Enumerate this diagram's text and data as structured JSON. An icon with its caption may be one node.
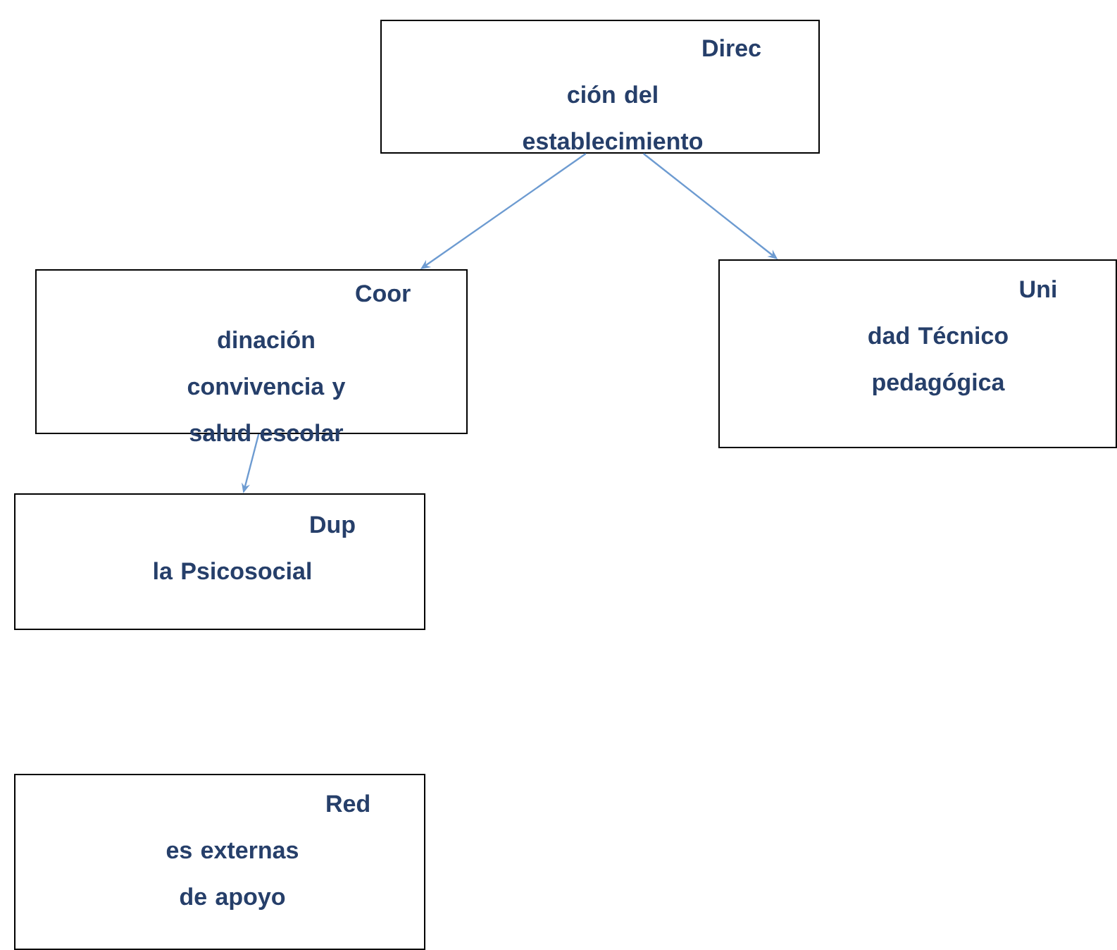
{
  "diagram": {
    "nodes": [
      {
        "text": [
          "Direc ción del establecimiento"
        ]
      },
      {
        "text": [
          "Coor dinación convivencia y salud escolar"
        ]
      },
      {
        "text": [
          "Uni dad Técnico pedagógica"
        ]
      },
      {
        "text": [
          "Dup la Psicosocial"
        ]
      },
      {
        "text": [
          "Red es externas de apoyo"
        ]
      }
    ],
    "edges": [
      {
        "from": 0,
        "to": 1,
        "arrow": "to"
      },
      {
        "from": 0,
        "to": 2,
        "arrow": "to"
      },
      {
        "from": 1,
        "to": 3,
        "arrow": "to"
      }
    ]
  }
}
